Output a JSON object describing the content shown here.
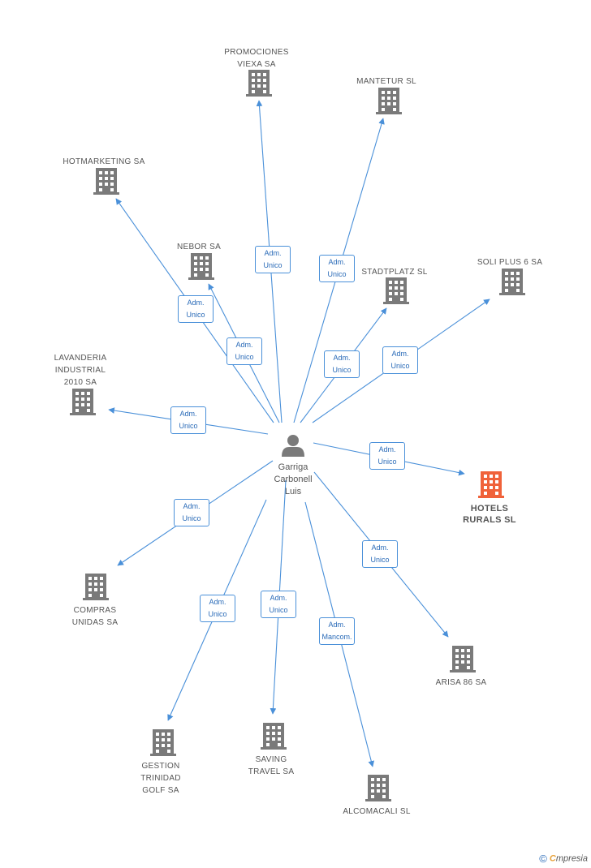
{
  "colors": {
    "edge": "#4a90d9",
    "building": "#7a7a7a",
    "highlight": "#f0623a",
    "person": "#7a7a7a"
  },
  "center": {
    "name": [
      "Garriga",
      "Carbonell",
      "Luis"
    ],
    "icon": "person-icon"
  },
  "companies": [
    {
      "id": "promociones-viexa-sa",
      "lines": [
        "PROMOCIONES",
        "VIEXA SA"
      ],
      "icon": "building-icon"
    },
    {
      "id": "mantetur-sl",
      "lines": [
        "MANTETUR SL"
      ],
      "icon": "building-icon"
    },
    {
      "id": "hotmarketing-sa",
      "lines": [
        "HOTMARKETING SA"
      ],
      "icon": "building-icon"
    },
    {
      "id": "nebor-sa",
      "lines": [
        "NEBOR SA"
      ],
      "icon": "building-icon"
    },
    {
      "id": "stadtplatz-sl",
      "lines": [
        "STADTPLATZ SL"
      ],
      "icon": "building-icon"
    },
    {
      "id": "soli-plus-6-sa",
      "lines": [
        "SOLI PLUS 6 SA"
      ],
      "icon": "building-icon"
    },
    {
      "id": "lavanderia-industrial-2010-sa",
      "lines": [
        "LAVANDERIA",
        "INDUSTRIAL",
        "2010 SA"
      ],
      "icon": "building-icon"
    },
    {
      "id": "hotels-rurals-sl",
      "lines": [
        "HOTELS",
        "RURALS SL"
      ],
      "icon": "building-icon",
      "highlight": true
    },
    {
      "id": "compras-unidas-sa",
      "lines": [
        "COMPRAS",
        "UNIDAS SA"
      ],
      "icon": "building-icon"
    },
    {
      "id": "arisa-86-sa",
      "lines": [
        "ARISA 86 SA"
      ],
      "icon": "building-icon"
    },
    {
      "id": "gestion-trinidad-golf-sa",
      "lines": [
        "GESTION",
        "TRINIDAD",
        "GOLF SA"
      ],
      "icon": "building-icon"
    },
    {
      "id": "saving-travel-sa",
      "lines": [
        "SAVING",
        "TRAVEL SA"
      ],
      "icon": "building-icon"
    },
    {
      "id": "alcomacali-sl",
      "lines": [
        "ALCOMACALI SL"
      ],
      "icon": "building-icon"
    }
  ],
  "edges": [
    {
      "to": "promociones-viexa-sa",
      "label": [
        "Adm.",
        "Unico"
      ]
    },
    {
      "to": "mantetur-sl",
      "label": [
        "Adm.",
        "Unico"
      ]
    },
    {
      "to": "hotmarketing-sa",
      "label": [
        "Adm.",
        "Unico"
      ]
    },
    {
      "to": "nebor-sa",
      "label": [
        "Adm.",
        "Unico"
      ]
    },
    {
      "to": "stadtplatz-sl",
      "label": [
        "Adm.",
        "Unico"
      ]
    },
    {
      "to": "soli-plus-6-sa",
      "label": [
        "Adm.",
        "Unico"
      ]
    },
    {
      "to": "lavanderia-industrial-2010-sa",
      "label": [
        "Adm.",
        "Unico"
      ]
    },
    {
      "to": "hotels-rurals-sl",
      "label": [
        "Adm.",
        "Unico"
      ]
    },
    {
      "to": "compras-unidas-sa",
      "label": [
        "Adm.",
        "Unico"
      ]
    },
    {
      "to": "arisa-86-sa",
      "label": [
        "Adm.",
        "Unico"
      ]
    },
    {
      "to": "gestion-trinidad-golf-sa",
      "label": [
        "Adm.",
        "Unico"
      ]
    },
    {
      "to": "saving-travel-sa",
      "label": [
        "Adm.",
        "Unico"
      ]
    },
    {
      "to": "alcomacali-sl",
      "label": [
        "Adm.",
        "Mancom."
      ]
    }
  ],
  "footer": {
    "copyright": "©",
    "brand_e": "C",
    "brand_rest": "mpresia"
  }
}
